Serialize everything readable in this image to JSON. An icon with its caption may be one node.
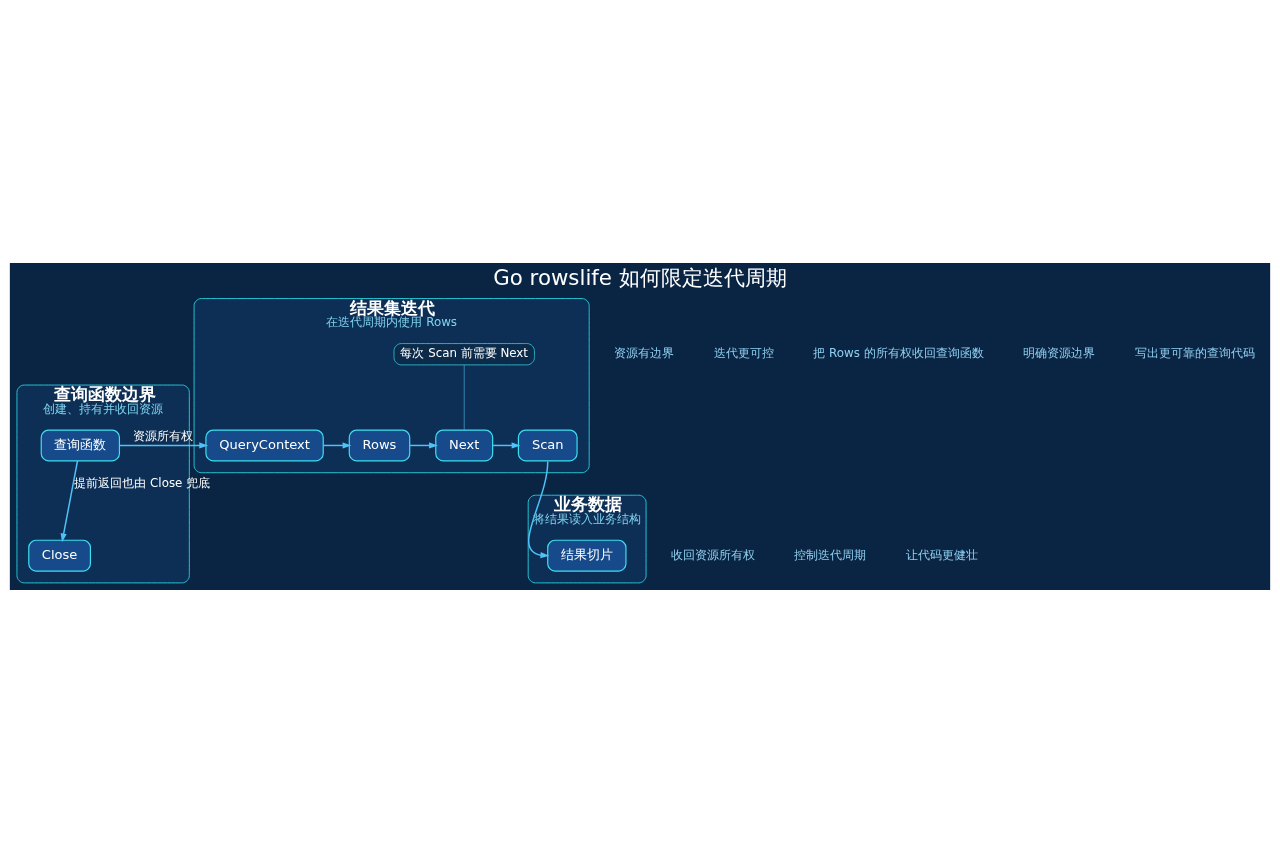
{
  "diagram": {
    "title": "Go rowslife 如何限定迭代周期",
    "nodes": [
      {
        "text": [
          "查询函数边界",
          "创建、持有并收回资源"
        ]
      },
      {
        "text": [
          "查询函数"
        ],
        "in": 0
      },
      {
        "text": [
          "Close"
        ],
        "in": 0
      },
      {
        "text": [
          "结果集迭代",
          "在迭代周期内使用 Rows"
        ]
      },
      {
        "text": [
          "QueryContext"
        ],
        "in": 3
      },
      {
        "text": [
          "Rows"
        ],
        "in": 3
      },
      {
        "text": [
          "Next"
        ],
        "in": 3
      },
      {
        "text": [
          "Scan"
        ],
        "in": 3
      },
      {
        "text": [
          "业务数据",
          "将结果读入业务结构"
        ]
      },
      {
        "text": [
          "结果切片"
        ],
        "in": 8
      },
      {
        "text": [
          "每次 Scan 前需要 Next"
        ],
        "in": 3
      }
    ],
    "edges": [
      {
        "from": 1,
        "to": 4,
        "arrow": "to",
        "label": "资源所有权"
      },
      {
        "from": 4,
        "to": 5,
        "arrow": "to"
      },
      {
        "from": 5,
        "to": 6,
        "arrow": "to"
      },
      {
        "from": 6,
        "to": 7,
        "arrow": "to"
      },
      {
        "from": 7,
        "to": 9,
        "arrow": "to"
      },
      {
        "from": 1,
        "to": 2,
        "arrow": "to",
        "label": "提前返回也由 Close 兜底"
      },
      {
        "from": 10,
        "to": 6,
        "arrow": "none"
      }
    ],
    "labels": [
      "资源有边界",
      "迭代更可控",
      "把 Rows 的所有权收回查询函数",
      "明确资源边界",
      "写出更可靠的查询代码",
      "收回资源所有权",
      "控制迭代周期",
      "让代码更健壮"
    ]
  }
}
